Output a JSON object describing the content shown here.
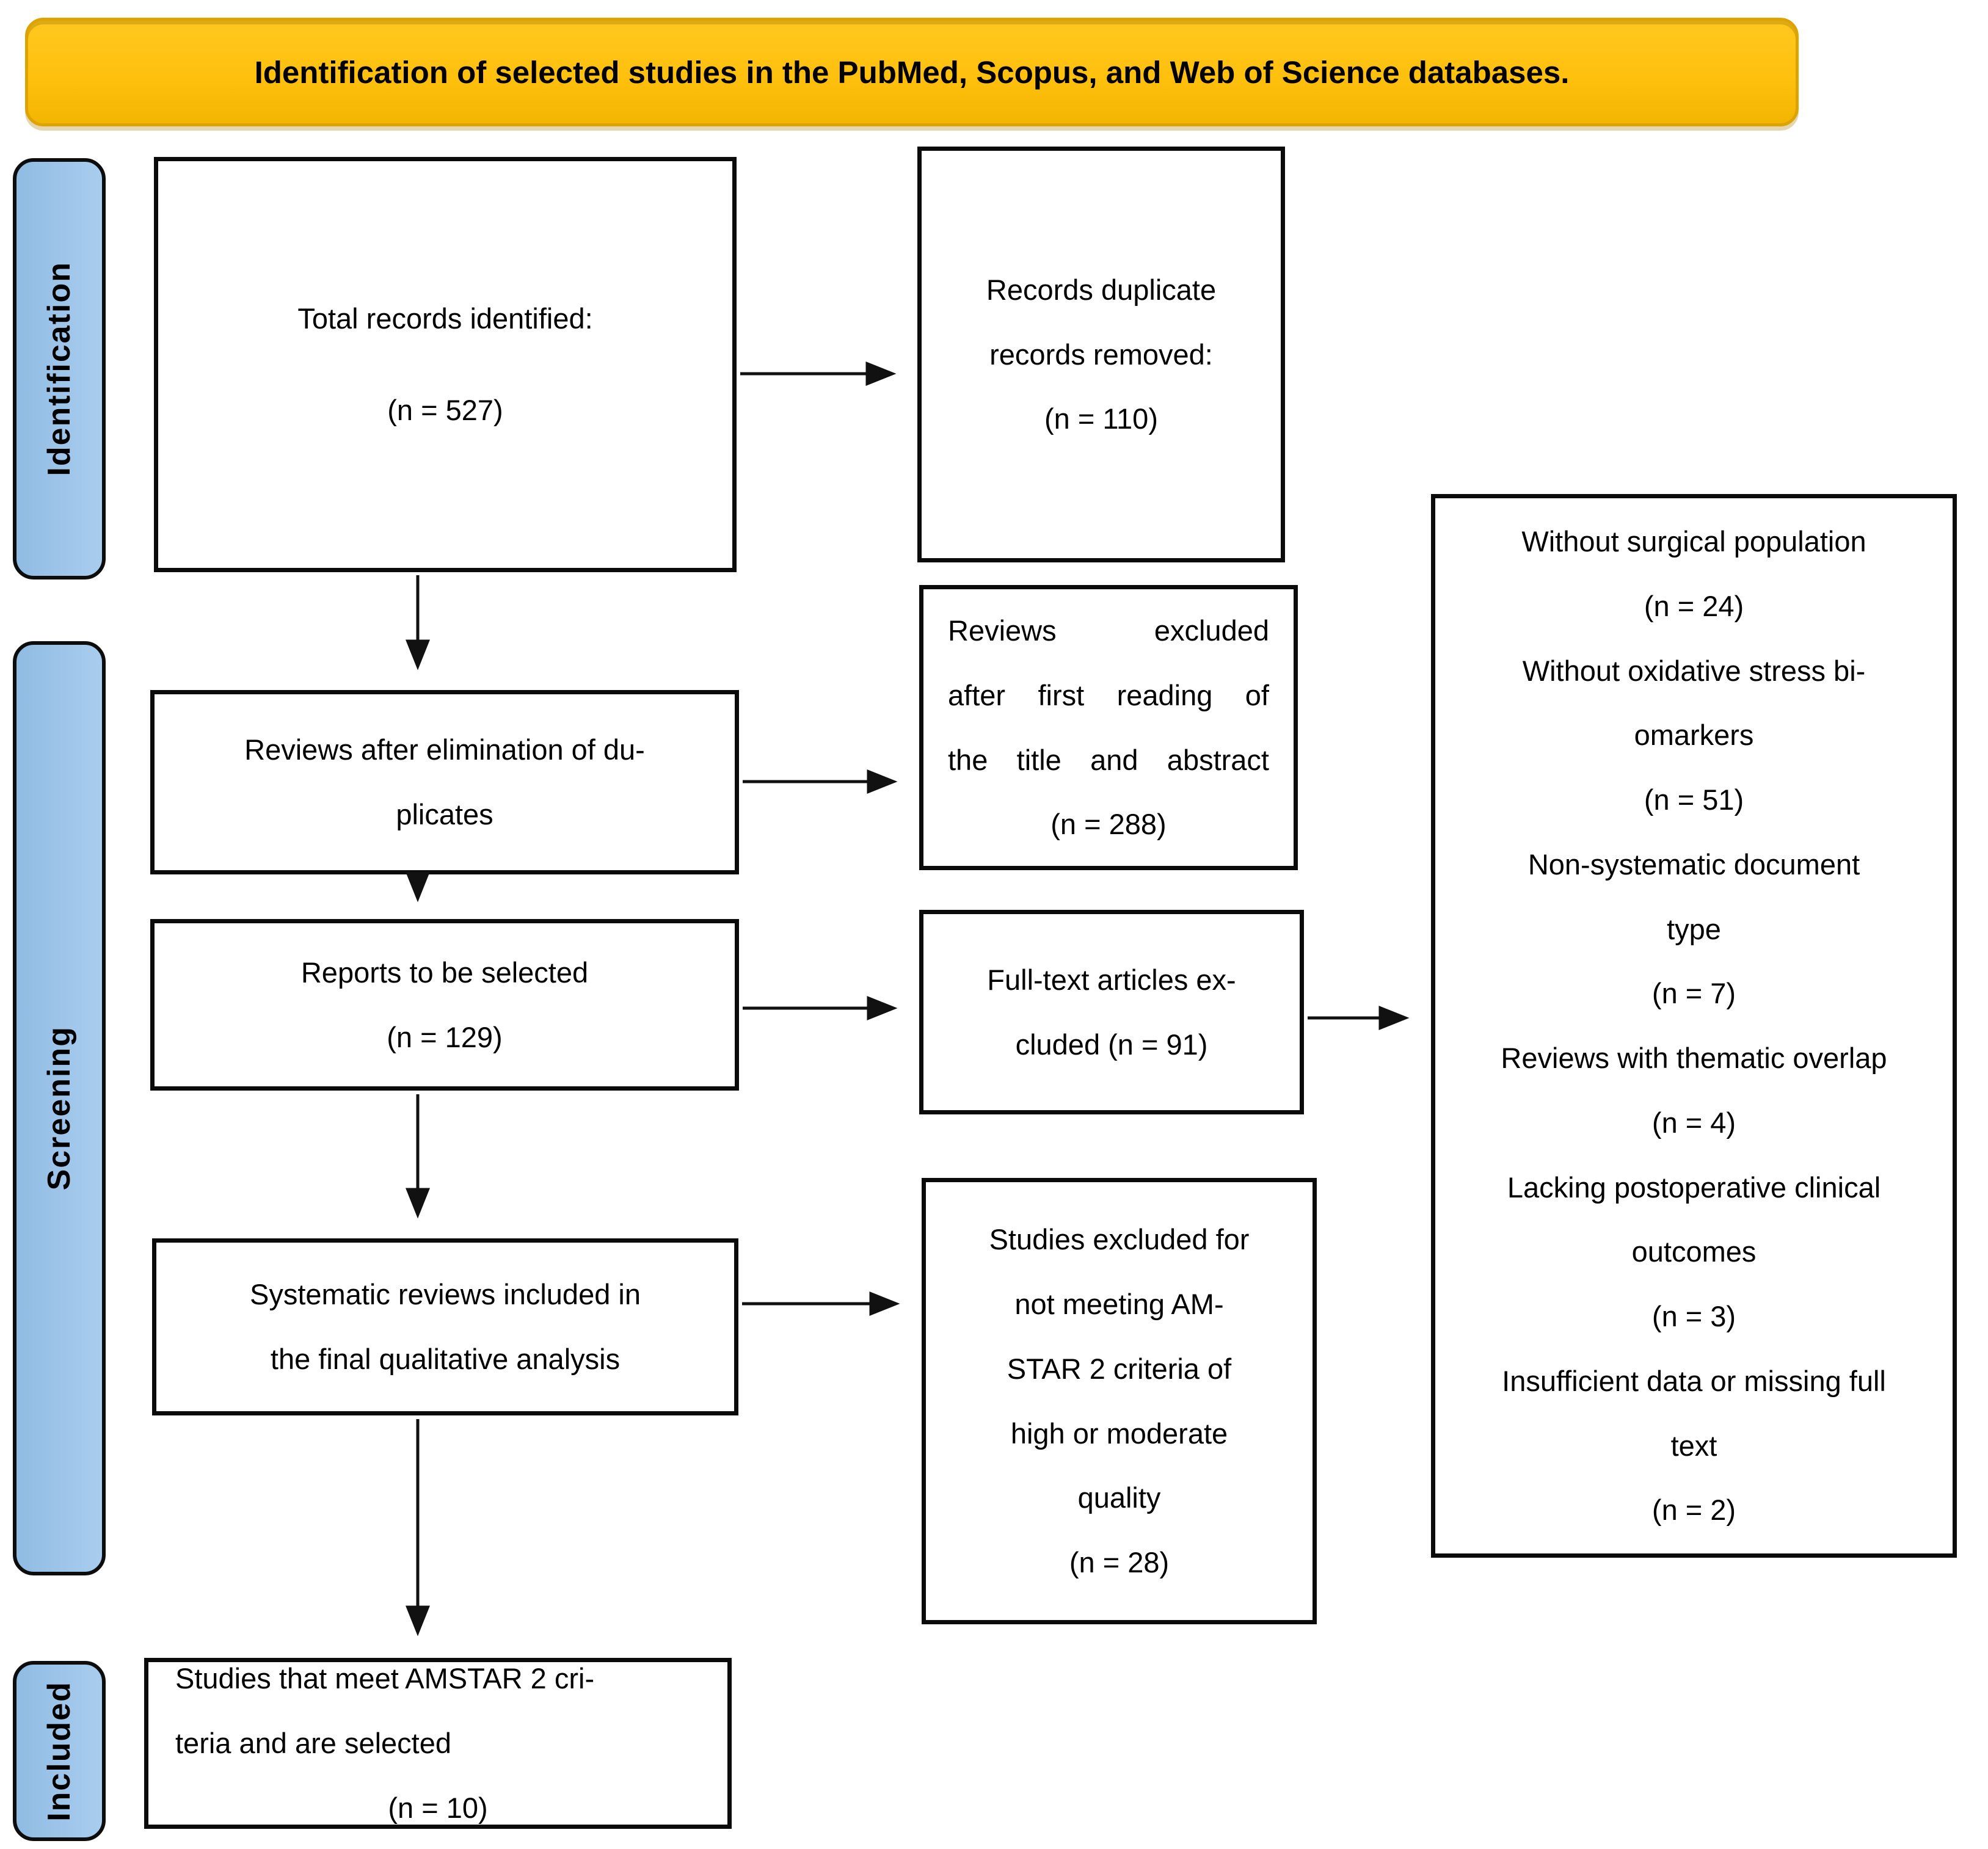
{
  "title": {
    "text": "Identification of selected studies in the PubMed, Scopus, and Web of Science databases."
  },
  "colors": {
    "banner_fill": "#FFC00E",
    "banner_border": "#DCA400",
    "stage_fill": "#9CC3E8",
    "box_border": "#0B0B0B",
    "arrow": "#111111",
    "text": "#000000"
  },
  "stages": [
    {
      "label": "Identification"
    },
    {
      "label": "Screening"
    },
    {
      "label": "Included"
    }
  ],
  "boxes": {
    "total_records": {
      "lines": [
        "Total records identified:",
        "(n = 527)"
      ]
    },
    "duplicates_removed": {
      "lines": [
        "Records duplicate",
        "records removed:",
        "(n = 110)"
      ]
    },
    "after_duplicates": {
      "lines": [
        "Reviews after elimination of du-",
        "plicates"
      ]
    },
    "reviews_excluded": {
      "lines": [
        "Reviews excluded",
        "after first reading of",
        "the title and abstract",
        "(n = 288)"
      ]
    },
    "reports_selected": {
      "lines": [
        "Reports to be selected",
        "(n = 129)"
      ]
    },
    "fulltext_excluded": {
      "lines": [
        "Full-text articles ex-",
        "cluded (n = 91)"
      ]
    },
    "systematic_included": {
      "lines": [
        "Systematic reviews included in",
        "the final qualitative analysis"
      ]
    },
    "amstar_excluded": {
      "lines": [
        "Studies excluded for",
        "not meeting AM-",
        "STAR 2 criteria of",
        "high or moderate",
        "quality",
        "(n = 28)"
      ]
    },
    "exclusion_reasons": {
      "lines": [
        "Without surgical population",
        "(n = 24)",
        "Without oxidative stress bi-",
        "omarkers",
        "(n = 51)",
        "Non-systematic document",
        "type",
        "(n = 7)",
        "Reviews with thematic overlap",
        "(n = 4)",
        "Lacking postoperative clinical",
        "outcomes",
        "(n = 3)",
        "Insufficient data or missing full",
        "text",
        "(n = 2)"
      ]
    },
    "final_included": {
      "lines": [
        "Studies that meet AMSTAR 2 cri-",
        "teria and are selected",
        "(n = 10)"
      ]
    }
  }
}
